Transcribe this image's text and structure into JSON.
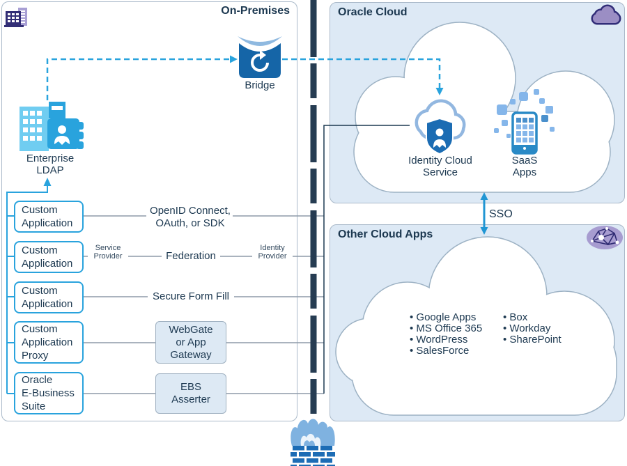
{
  "on_premises": {
    "title": "On-Premises"
  },
  "oracle_cloud": {
    "title": "Oracle Cloud",
    "nodes": {
      "identity_cloud": "Identity Cloud\nService",
      "saas": "SaaS\nApps"
    }
  },
  "other_cloud": {
    "title": "Other Cloud Apps",
    "apps_left": [
      "Google Apps",
      "MS Office 365",
      "WordPress",
      "SalesForce"
    ],
    "apps_right": [
      "Box",
      "Workday",
      "SharePoint"
    ]
  },
  "nodes": {
    "enterprise_ldap": "Enterprise\nLDAP",
    "bridge": "Bridge"
  },
  "boxes": [
    {
      "label": "Custom\nApplication"
    },
    {
      "label": "Custom\nApplication"
    },
    {
      "label": "Custom\nApplication"
    },
    {
      "label": "Custom\nApplication\nProxy"
    },
    {
      "label": "Oracle\nE-Business\nSuite"
    }
  ],
  "gateways": {
    "webgate": "WebGate\nor App\nGateway",
    "ebs_asserter": "EBS\nAsserter"
  },
  "connectors": {
    "openid": "OpenID Connect,\nOAuth, or SDK",
    "service_provider": "Service\nProvider",
    "federation": "Federation",
    "identity_provider": "Identity\nProvider",
    "form_fill": "Secure Form Fill",
    "sso": "SSO"
  },
  "colors": {
    "accent_blue": "#29a3dd",
    "navy_text": "#1c3850",
    "panel_blue": "#dde9f5",
    "firewall_navy": "#263c52",
    "bridge_blue": "#1565a7",
    "shield_blue": "#1b6cb3",
    "brick_blue": "#1c6cb5",
    "light_icon_blue": "#85b6ea",
    "purple_icon": "#9b8ec4",
    "line_gray": "#8d9aa8"
  }
}
